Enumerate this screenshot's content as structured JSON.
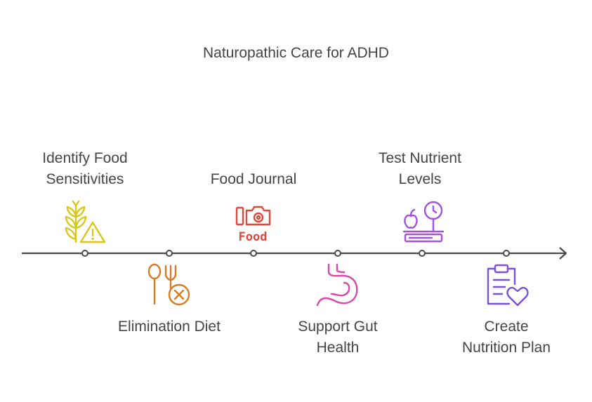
{
  "title": "Naturopathic Care for ADHD",
  "steps": [
    {
      "label": "Identify Food\nSensitivities",
      "icon": "wheat-warning-icon",
      "color": "#d8c61c",
      "position": "above"
    },
    {
      "label": "Elimination Diet",
      "icon": "utensils-cancel-icon",
      "color": "#d97b24",
      "position": "below"
    },
    {
      "label": "Food Journal",
      "icon": "food-camera-icon",
      "color": "#e0473f",
      "position": "above"
    },
    {
      "label": "Support Gut\nHealth",
      "icon": "stomach-icon",
      "color": "#d64aa3",
      "position": "below"
    },
    {
      "label": "Test Nutrient\nLevels",
      "icon": "scale-apple-icon",
      "color": "#a353d8",
      "position": "above"
    },
    {
      "label": "Create\nNutrition Plan",
      "icon": "clipboard-heart-icon",
      "color": "#7a4fd9",
      "position": "below"
    }
  ],
  "food_text": "Food",
  "line_color": "#4a4a4a"
}
